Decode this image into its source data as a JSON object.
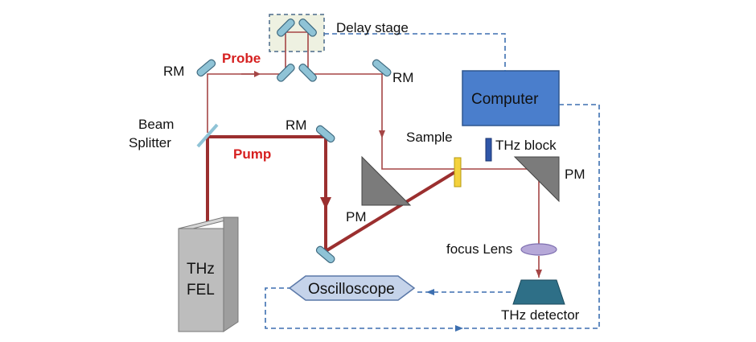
{
  "labels": {
    "delay_stage": "Delay stage",
    "probe": "Probe",
    "pump": "Pump",
    "rm_left": "RM",
    "rm_right": "RM",
    "rm_middle": "RM",
    "beam_splitter_line1": "Beam",
    "beam_splitter_line2": "Splitter",
    "computer": "Computer",
    "sample": "Sample",
    "thz_block": "THz block",
    "pm_left": "PM",
    "pm_right": "PM",
    "focus_lens": "focus Lens",
    "oscilloscope": "Oscilloscope",
    "thz_detector": "THz detector",
    "fel_line1": "THz",
    "fel_line2": "FEL"
  },
  "colors": {
    "pump_beam": "#9b2f2f",
    "probe_beam": "#a54545",
    "label_red": "#d62020",
    "mirror": "#8fc3d6",
    "computer_fill": "#4a7ecc",
    "dashed_link": "#3d6fb0",
    "oscilloscope_fill": "#c5d3ea",
    "detector_fill": "#2e6f87",
    "pm_fill": "#7b7b7b",
    "fel_fill": "#bdbdbd",
    "sample_fill": "#f4d13c",
    "thz_block_fill": "#2f56a8",
    "lens_fill": "#b6a8d8"
  }
}
